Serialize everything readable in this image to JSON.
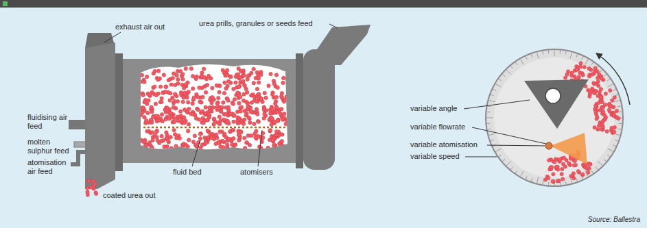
{
  "diagram": {
    "caption": "Source: Ballestra",
    "labels": [
      "exhaust air out",
      "urea prills, granules or seeds feed",
      "fluidising air feed",
      "molten sulphur feed",
      "atomisation air feed",
      "fluid bed",
      "atomisers",
      "coated urea out",
      "variable angle",
      "variable flowrate",
      "variable atomisation",
      "variable speed"
    ]
  }
}
